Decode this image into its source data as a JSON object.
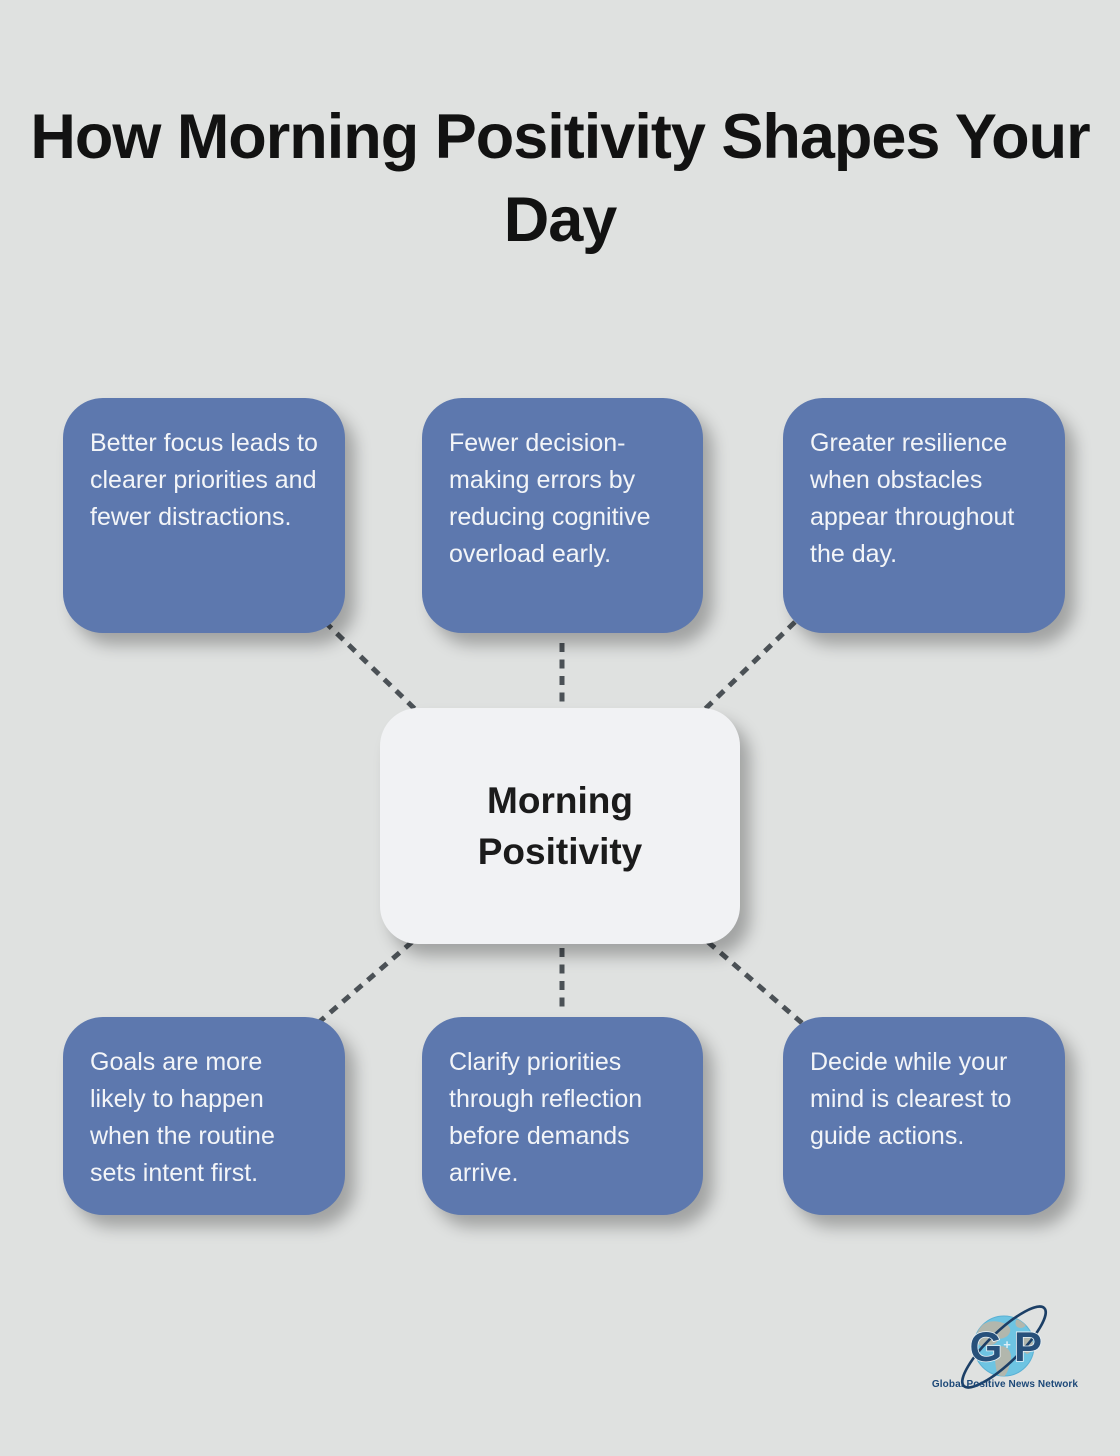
{
  "title": "How Morning Positivity Shapes Your Day",
  "center_node": {
    "label": "Morning Positivity"
  },
  "nodes": [
    {
      "id": "top-left",
      "text": "Better focus leads to clearer priorities and fewer distractions."
    },
    {
      "id": "top-middle",
      "text": "Fewer decision-making errors by reducing cognitive overload early."
    },
    {
      "id": "top-right",
      "text": "Greater resilience when obstacles appear throughout the day."
    },
    {
      "id": "bottom-left",
      "text": "Goals are more likely to happen when the routine sets intent first."
    },
    {
      "id": "bottom-middle",
      "text": "Clarify priorities through reflection before demands arrive."
    },
    {
      "id": "bottom-right",
      "text": "Decide while your mind is clearest to guide actions."
    }
  ],
  "logo": {
    "letter_left": "G",
    "letter_right": "P",
    "plus_mark": "+",
    "caption": "Global Positive News Network"
  },
  "colors": {
    "background": "#dfe1e0",
    "node_fill": "#5d78ae",
    "node_text": "#f3f5f8",
    "center_fill": "#f1f2f4",
    "center_text": "#1b1b1b",
    "title_text": "#121212",
    "connector": "#4b5156",
    "logo_navy": "#27507a",
    "globe_blue": "#6ec4e2",
    "globe_land": "#b2b7ad"
  }
}
